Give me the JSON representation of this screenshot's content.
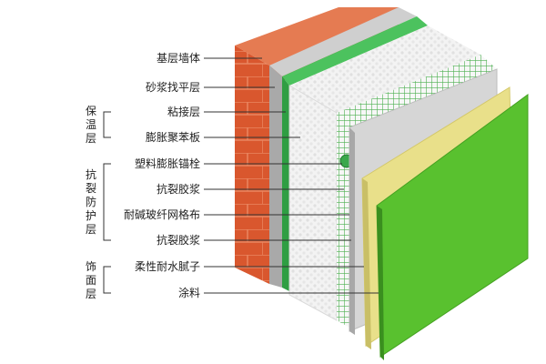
{
  "diagram": {
    "layers": [
      "基层墙体",
      "砂浆找平层",
      "粘接层",
      "膨胀聚苯板",
      "塑料膨胀锚栓",
      "抗裂胶浆",
      "耐碱玻纤网格布",
      "抗裂胶浆",
      "柔性耐水腻子",
      "涂料"
    ],
    "groups": [
      {
        "chars": [
          "保",
          "温",
          "层"
        ]
      },
      {
        "chars": [
          "抗",
          "裂",
          "防",
          "护",
          "层"
        ]
      },
      {
        "chars": [
          "饰",
          "面",
          "层"
        ]
      }
    ],
    "colors": {
      "brick": "#d9572e",
      "brick_side": "#c84a22",
      "mortar": "#b5b5b5",
      "adhesive_green": "#35b04a",
      "eps_board": "#efefef",
      "mesh": "#4caf50",
      "putty": "#d8d8d8",
      "yellow_putty": "#e9e08a",
      "paint": "#59c12f"
    }
  }
}
